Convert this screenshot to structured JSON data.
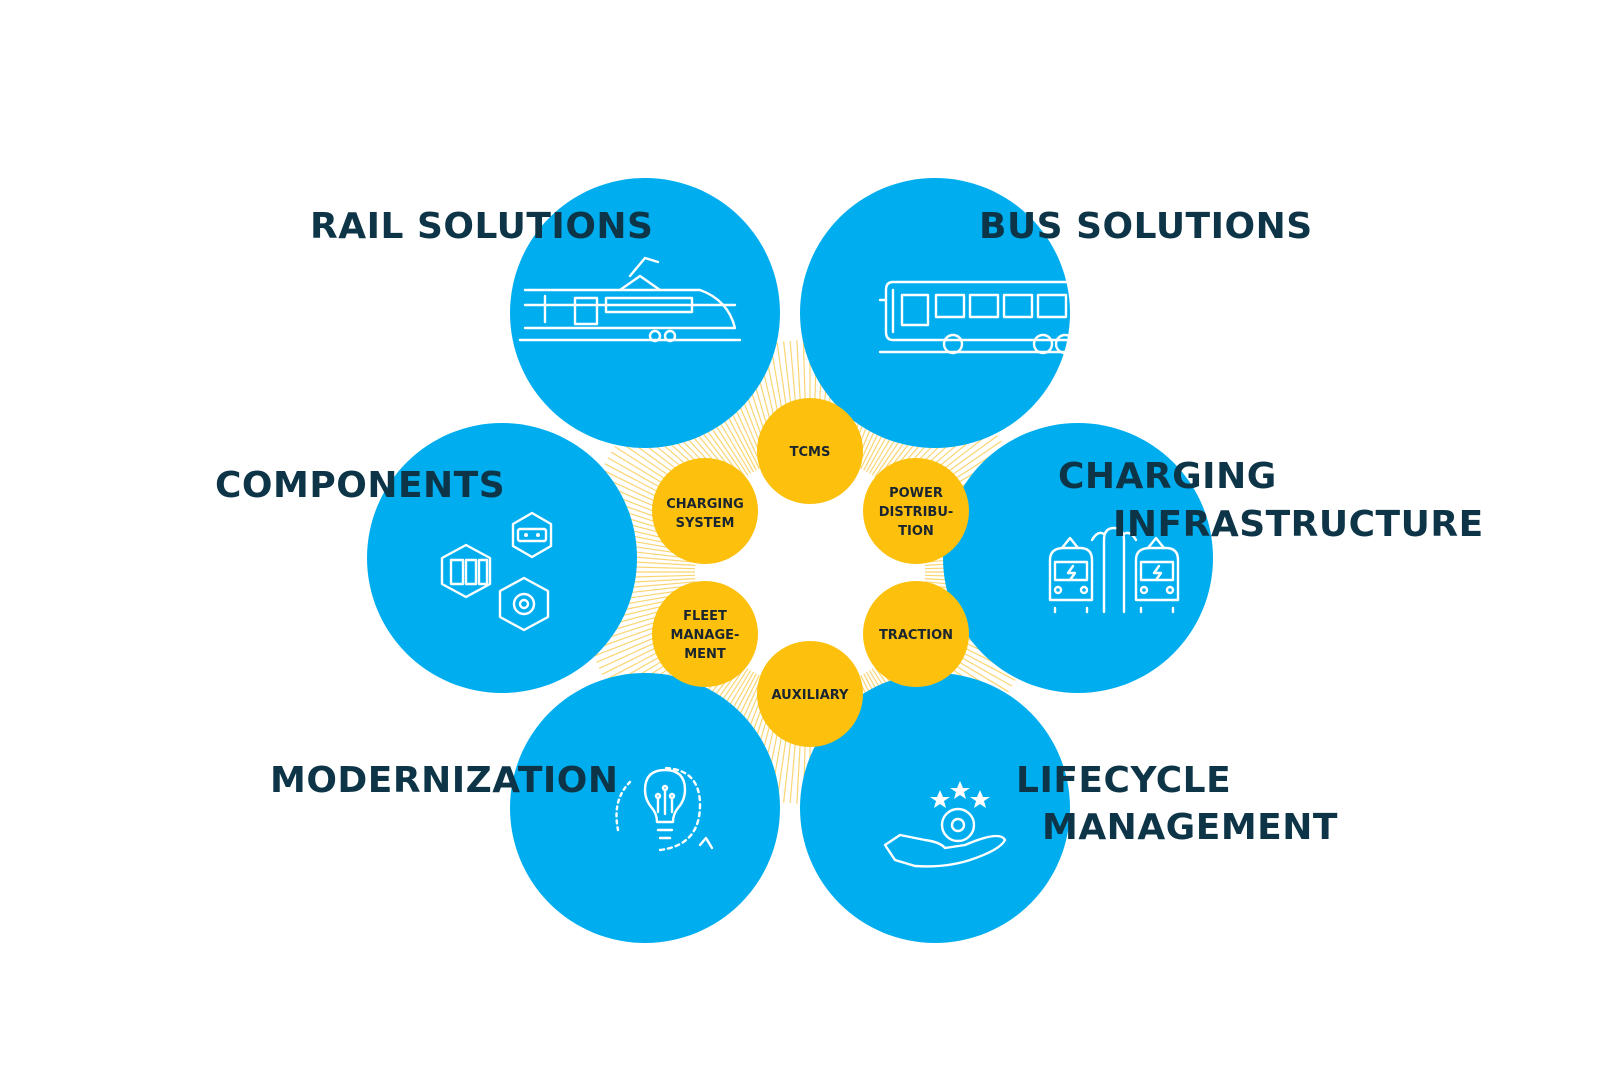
{
  "segments": {
    "rail": {
      "title": "RAIL SOLUTIONS",
      "icon": "train-icon"
    },
    "bus": {
      "title": "BUS SOLUTIONS",
      "icon": "bus-icon"
    },
    "components": {
      "title": "COMPONENTS",
      "icon": "components-hexagon-icon"
    },
    "charging": {
      "title_line1": "CHARGING",
      "title_line2": "INFRASTRUCTURE",
      "icon": "charging-station-icon"
    },
    "modernization": {
      "title": "MODERNIZATION",
      "icon": "lightbulb-gear-icon"
    },
    "lifecycle": {
      "title_line1": "LIFECYCLE",
      "title_line2": "MANAGEMENT",
      "icon": "hand-gear-stars-icon"
    }
  },
  "core": {
    "tcms": {
      "line1": "TCMS"
    },
    "power": {
      "line1": "POWER",
      "line2": "DISTRIBU-",
      "line3": "TION"
    },
    "traction": {
      "line1": "TRACTION"
    },
    "auxiliary": {
      "line1": "AUXILIARY"
    },
    "fleet": {
      "line1": "FLEET",
      "line2": "MANAGE-",
      "line3": "MENT"
    },
    "charging_system": {
      "line1": "CHARGING",
      "line2": "SYSTEM"
    }
  },
  "colors": {
    "segment_blue": "#00aeef",
    "core_yellow": "#fcc00d",
    "label_dark": "#0d3547"
  }
}
